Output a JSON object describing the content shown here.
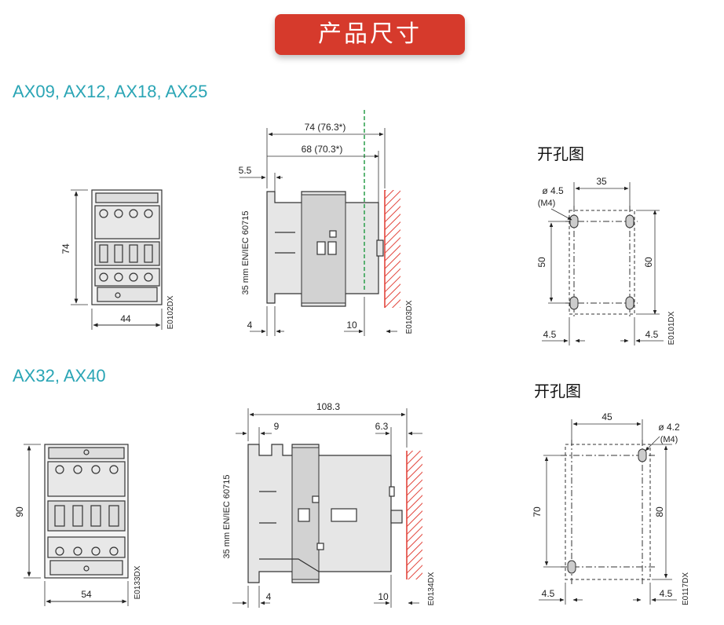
{
  "banner": {
    "title": "产品尺寸"
  },
  "sections": [
    {
      "series": "AX09, AX12, AX18, AX25",
      "cutout_title": "开孔图",
      "front": {
        "height": "74",
        "width": "44",
        "code": "E0102DX"
      },
      "side": {
        "overall": "74 (76.3*)",
        "body": "68 (70.3*)",
        "offset_top": "5.5",
        "rail": "35 mm EN/IEC 60715",
        "left_gap": "4",
        "right_gap": "10",
        "code": "E0103DX"
      },
      "cutout": {
        "hole": "ø 4.5",
        "screw": "(M4)",
        "spacing_x": "35",
        "spacing_y": "50",
        "outer_y": "60",
        "margin_left": "4.5",
        "margin_right": "4.5",
        "code": "E0101DX"
      }
    },
    {
      "series": "AX32, AX40",
      "cutout_title": "开孔图",
      "front": {
        "height": "90",
        "width": "54",
        "code": "E0133DX"
      },
      "side": {
        "overall": "108.3",
        "offset_top": "9",
        "offset_right": "6.3",
        "rail": "35 mm EN/IEC 60715",
        "left_gap": "4",
        "right_gap": "10",
        "code": "E0134DX"
      },
      "cutout": {
        "hole": "ø 4.2",
        "screw": "(M4)",
        "spacing_x": "45",
        "spacing_y": "70",
        "outer_y": "80",
        "margin_left": "4.5",
        "margin_right": "4.5",
        "code": "E0117DX"
      }
    }
  ],
  "colors": {
    "banner": "#d63a2c",
    "series_title": "#2aa5b5",
    "wall_hatch": "#e2453c",
    "rail_line": "#2a9d4a"
  }
}
